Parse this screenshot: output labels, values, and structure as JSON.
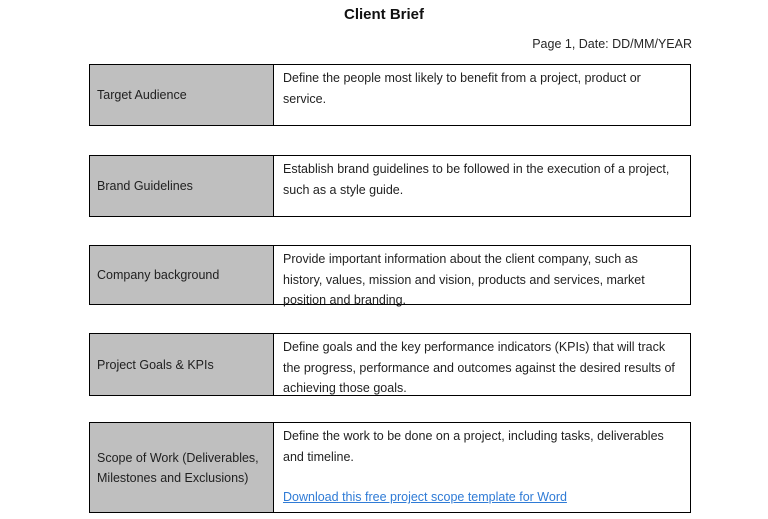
{
  "page": {
    "title": "Client Brief",
    "meta": "Page 1, Date: DD/MM/YEAR"
  },
  "colors": {
    "label_cell_bg": "#bfbfbf",
    "table_border": "#000000",
    "link": "#2f7bd6",
    "body_text": "#1f1f1f"
  },
  "table": {
    "rows": [
      {
        "label": "Target Audience",
        "description": "Define the people most likely to benefit from a project, product or service."
      },
      {
        "label": "Brand Guidelines",
        "description": "Establish brand guidelines to be followed in the execution of a project, such as a style guide."
      },
      {
        "label": "Company background",
        "description": "Provide important information about the client company, such as history, values, mission and vision, products and services, market position and branding."
      },
      {
        "label": "Project Goals & KPIs",
        "description": "Define goals and the key performance indicators (KPIs) that will track the progress, performance and outcomes against the desired results of achieving those goals."
      },
      {
        "label": "Scope of Work (Deliverables, Milestones and Exclusions)",
        "description": "Define the work to be done on a project, including tasks, deliverables and timeline.",
        "link": "Download this free project scope template for Word"
      }
    ]
  }
}
